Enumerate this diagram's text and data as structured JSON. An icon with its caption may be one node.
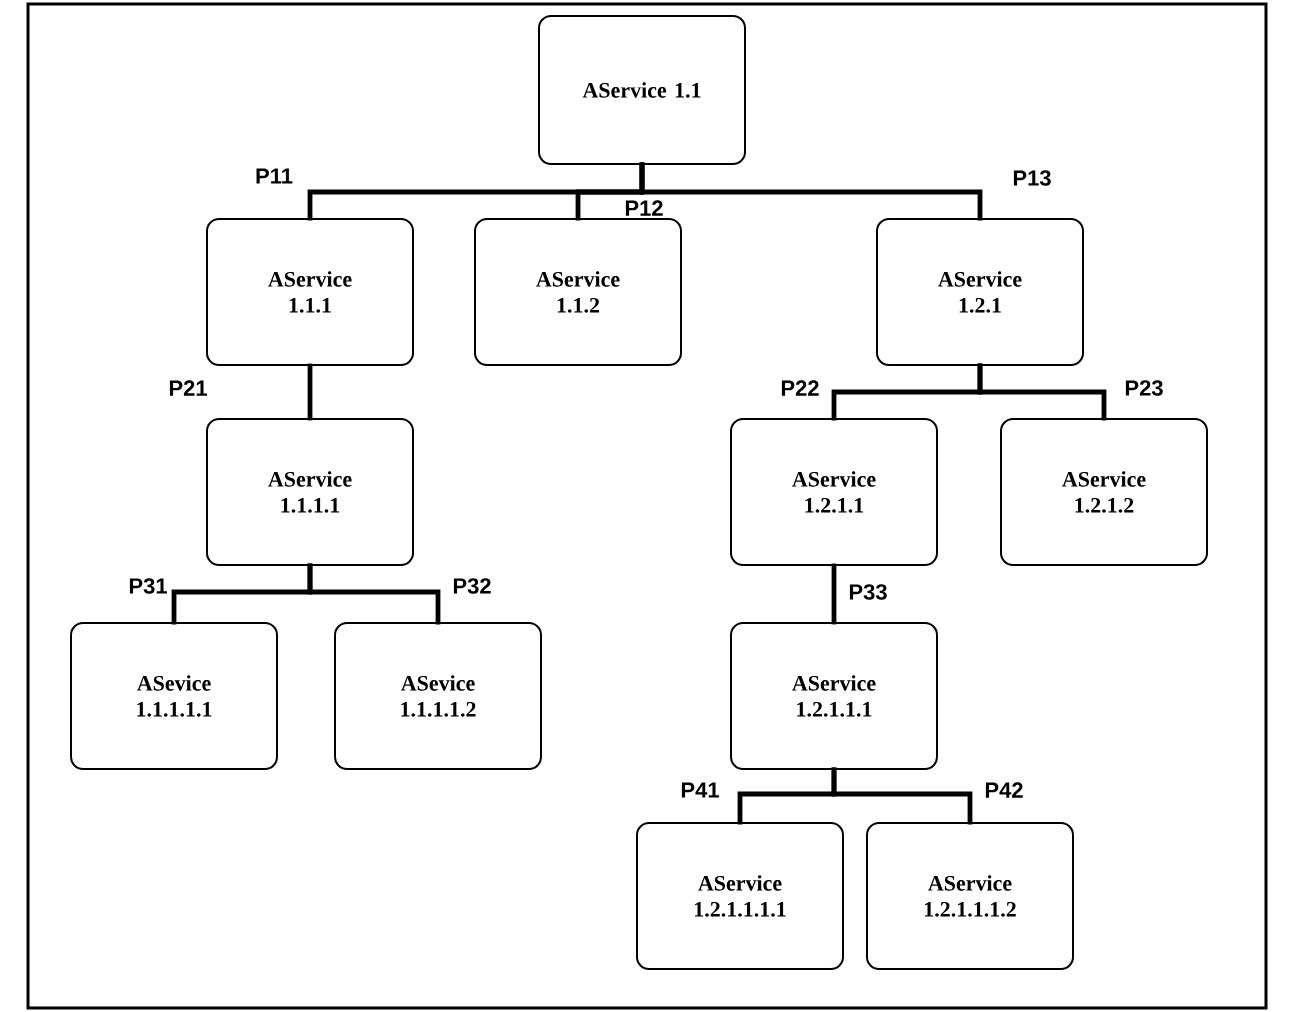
{
  "diagram": {
    "nodes": [
      {
        "text": [
          "AService 1.1"
        ]
      },
      {
        "text": [
          "AService 1.1.1"
        ]
      },
      {
        "text": [
          "AService 1.1.2"
        ]
      },
      {
        "text": [
          "AService 1.2.1"
        ]
      },
      {
        "text": [
          "AService 1.1.1.1"
        ]
      },
      {
        "text": [
          "AService 1.2.1.1"
        ]
      },
      {
        "text": [
          "AService 1.2.1.2"
        ]
      },
      {
        "text": [
          "ASevice 1.1.1.1.1"
        ]
      },
      {
        "text": [
          "ASevice 1.1.1.1.2"
        ]
      },
      {
        "text": [
          "AService 1.2.1.1.1"
        ]
      },
      {
        "text": [
          "AService 1.2.1.1.1.1"
        ]
      },
      {
        "text": [
          "AService 1.2.1.1.1.2"
        ]
      }
    ],
    "edges": [
      {
        "from": 0,
        "to": 1,
        "arrow": "none",
        "label": "P11"
      },
      {
        "from": 0,
        "to": 2,
        "arrow": "none",
        "label": "P12"
      },
      {
        "from": 0,
        "to": 3,
        "arrow": "none",
        "label": "P13"
      },
      {
        "from": 1,
        "to": 4,
        "arrow": "none",
        "label": "P21"
      },
      {
        "from": 3,
        "to": 5,
        "arrow": "none",
        "label": "P22"
      },
      {
        "from": 3,
        "to": 6,
        "arrow": "none",
        "label": "P23"
      },
      {
        "from": 4,
        "to": 7,
        "arrow": "none",
        "label": "P31"
      },
      {
        "from": 4,
        "to": 8,
        "arrow": "none",
        "label": "P32"
      },
      {
        "from": 5,
        "to": 9,
        "arrow": "none",
        "label": "P33"
      },
      {
        "from": 9,
        "to": 10,
        "arrow": "none",
        "label": "P41"
      },
      {
        "from": 9,
        "to": 11,
        "arrow": "none",
        "label": "P42"
      }
    ]
  }
}
